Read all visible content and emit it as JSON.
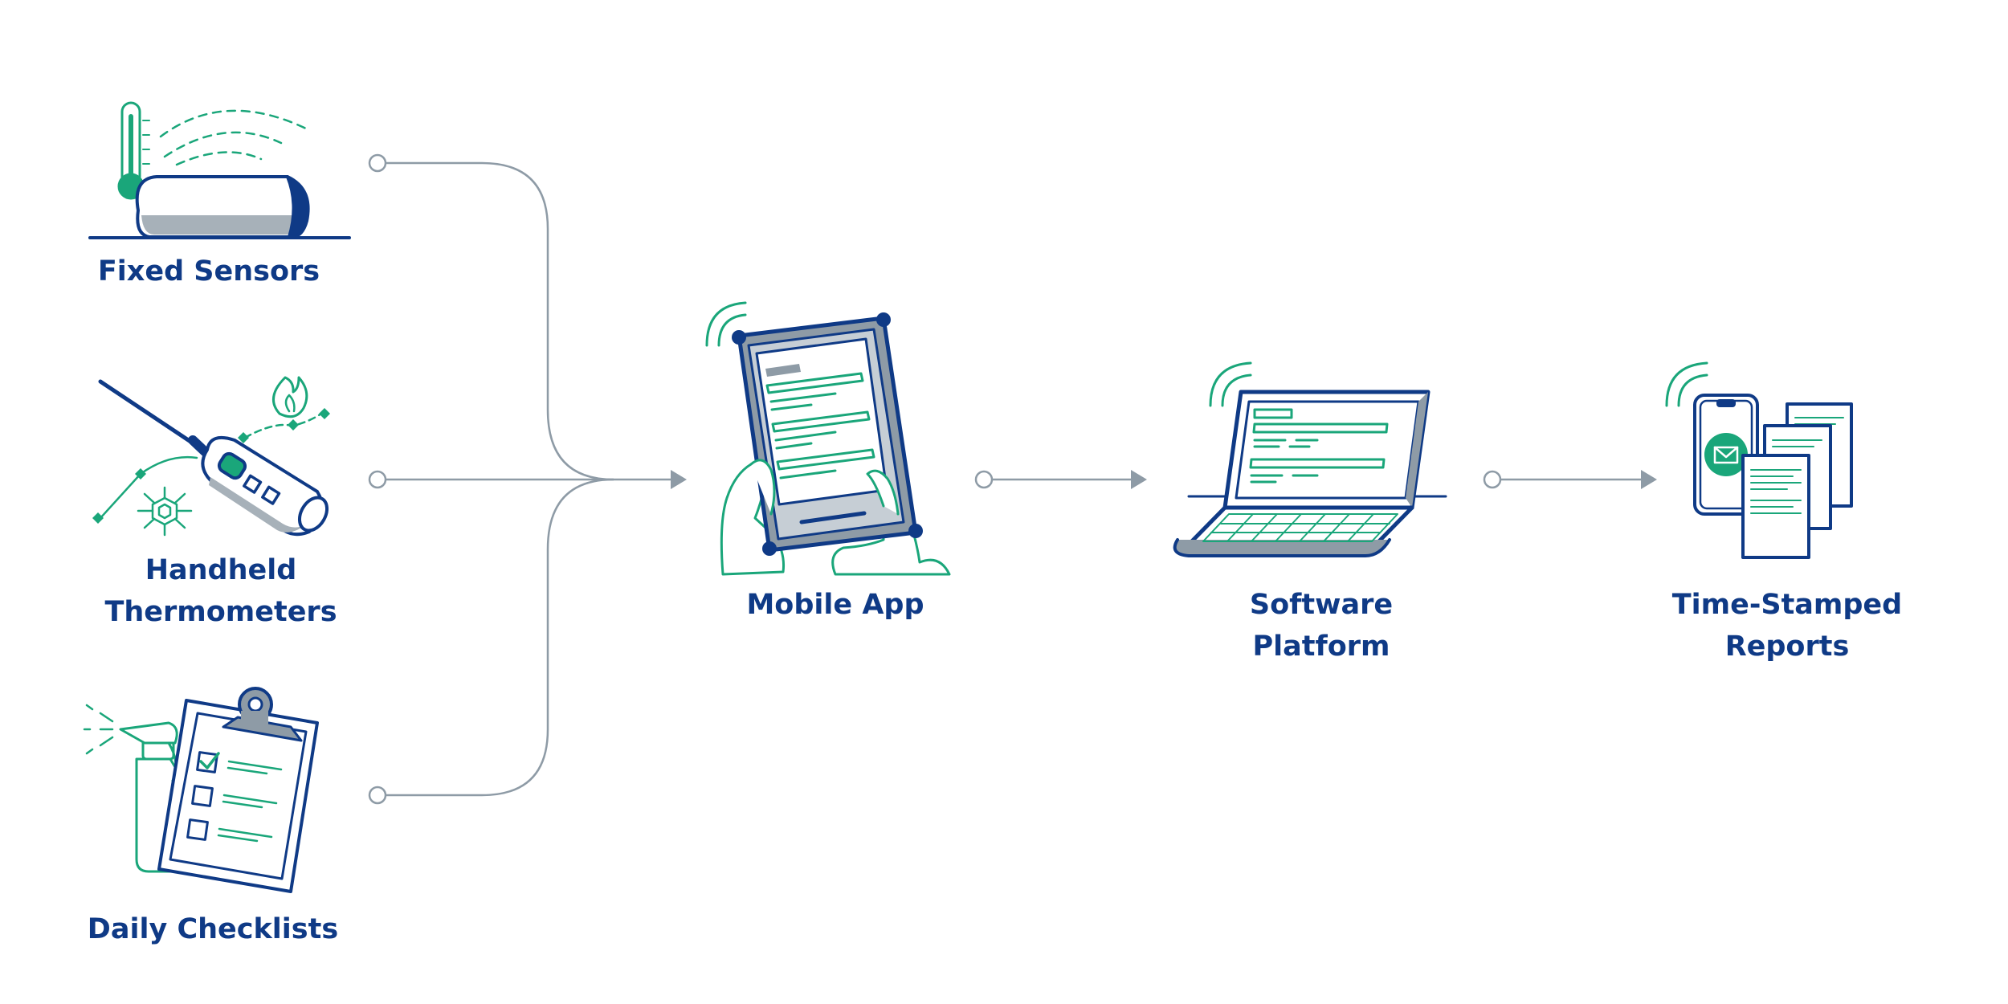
{
  "colors": {
    "navy": "#0f3a86",
    "green": "#1aa67a",
    "gray": "#8e9ba6",
    "light_gray": "#a7b1b9",
    "white": "#ffffff"
  },
  "inputs": [
    {
      "id": "fixed-sensors",
      "label": "Fixed Sensors",
      "icon": "sensor-thermometer-icon"
    },
    {
      "id": "handheld-thermometers",
      "label_line1": "Handheld",
      "label_line2": "Thermometers",
      "icon": "probe-thermometer-icon"
    },
    {
      "id": "daily-checklists",
      "label": "Daily Checklists",
      "icon": "clipboard-checklist-icon"
    }
  ],
  "pipeline": [
    {
      "id": "mobile-app",
      "label": "Mobile App",
      "icon": "tablet-icon"
    },
    {
      "id": "software-platform",
      "label_line1": "Software",
      "label_line2": "Platform",
      "icon": "laptop-icon"
    },
    {
      "id": "time-stamped-reports",
      "label_line1": "Time-Stamped",
      "label_line2": "Reports",
      "icon": "reports-phone-icon"
    }
  ]
}
